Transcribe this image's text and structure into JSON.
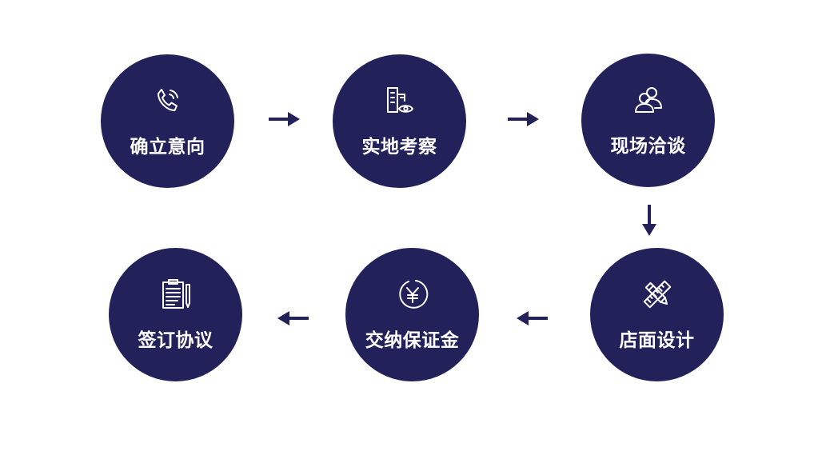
{
  "colors": {
    "circle": "#22215a",
    "arrow": "#22215a",
    "text": "#ffffff",
    "background": "#ffffff"
  },
  "steps": [
    {
      "label": "确立意向",
      "icon": "phone-icon"
    },
    {
      "label": "实地考察",
      "icon": "building-inspect-icon"
    },
    {
      "label": "现场洽谈",
      "icon": "people-icon"
    },
    {
      "label": "店面设计",
      "icon": "ruler-pencil-icon"
    },
    {
      "label": "交纳保证金",
      "icon": "yen-coin-icon"
    },
    {
      "label": "签订协议",
      "icon": "clipboard-icon"
    }
  ]
}
